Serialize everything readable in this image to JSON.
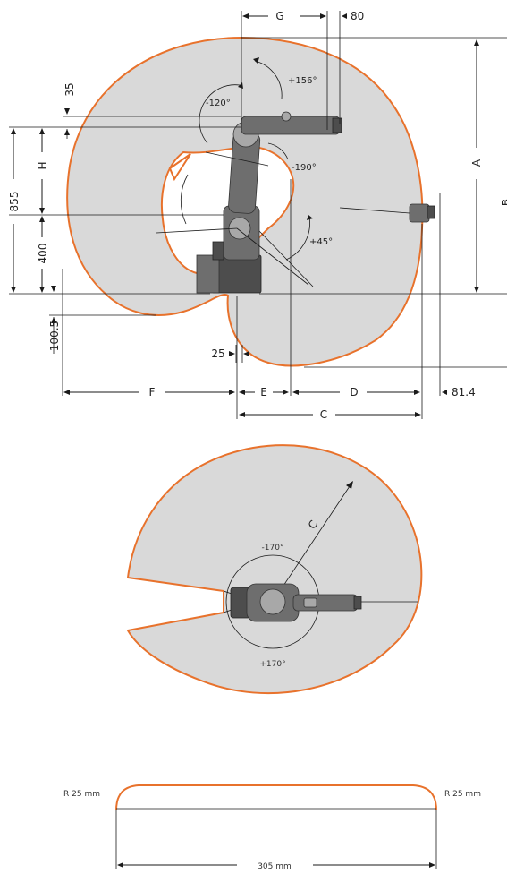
{
  "side_view": {
    "labels": {
      "G": "G",
      "dim_80": "80",
      "A": "A",
      "B": "B",
      "dim_35": "35",
      "H": "H",
      "dim_855": "855",
      "dim_400": "400",
      "dim_100_5": "100.5",
      "dim_25": "25",
      "F": "F",
      "E": "E",
      "D": "D",
      "C": "C",
      "dim_81_4": "81.4"
    },
    "angles": {
      "plus_156": "+156°",
      "minus_120": "-120°",
      "minus_190": "-190°",
      "plus_45": "+45°"
    }
  },
  "top_view": {
    "labels": {
      "C": "C"
    },
    "angles": {
      "minus_170": "-170°",
      "plus_170": "+170°"
    }
  },
  "base_profile": {
    "radius_left": "R 25 mm",
    "radius_right": "R 25 mm",
    "width": "305 mm"
  },
  "colors": {
    "envelope_fill": "#d9d9d9",
    "envelope_stroke": "#e8722c",
    "robot_body": "#6e6e6e"
  }
}
